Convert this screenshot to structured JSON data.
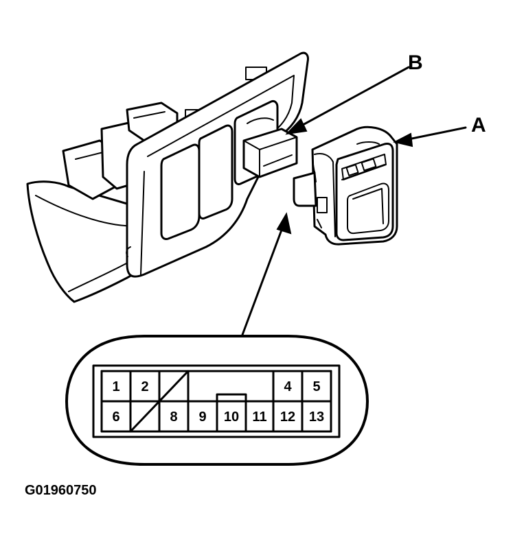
{
  "callouts": {
    "a": "A",
    "b": "B"
  },
  "connector": {
    "pins": [
      {
        "id": "1",
        "label": "1"
      },
      {
        "id": "2",
        "label": "2"
      },
      {
        "id": "4",
        "label": "4"
      },
      {
        "id": "5",
        "label": "5"
      },
      {
        "id": "6",
        "label": "6"
      },
      {
        "id": "8",
        "label": "8"
      },
      {
        "id": "9",
        "label": "9"
      },
      {
        "id": "10",
        "label": "10"
      },
      {
        "id": "11",
        "label": "11"
      },
      {
        "id": "12",
        "label": "12"
      },
      {
        "id": "13",
        "label": "13"
      }
    ]
  },
  "figure_code": "G01960750"
}
